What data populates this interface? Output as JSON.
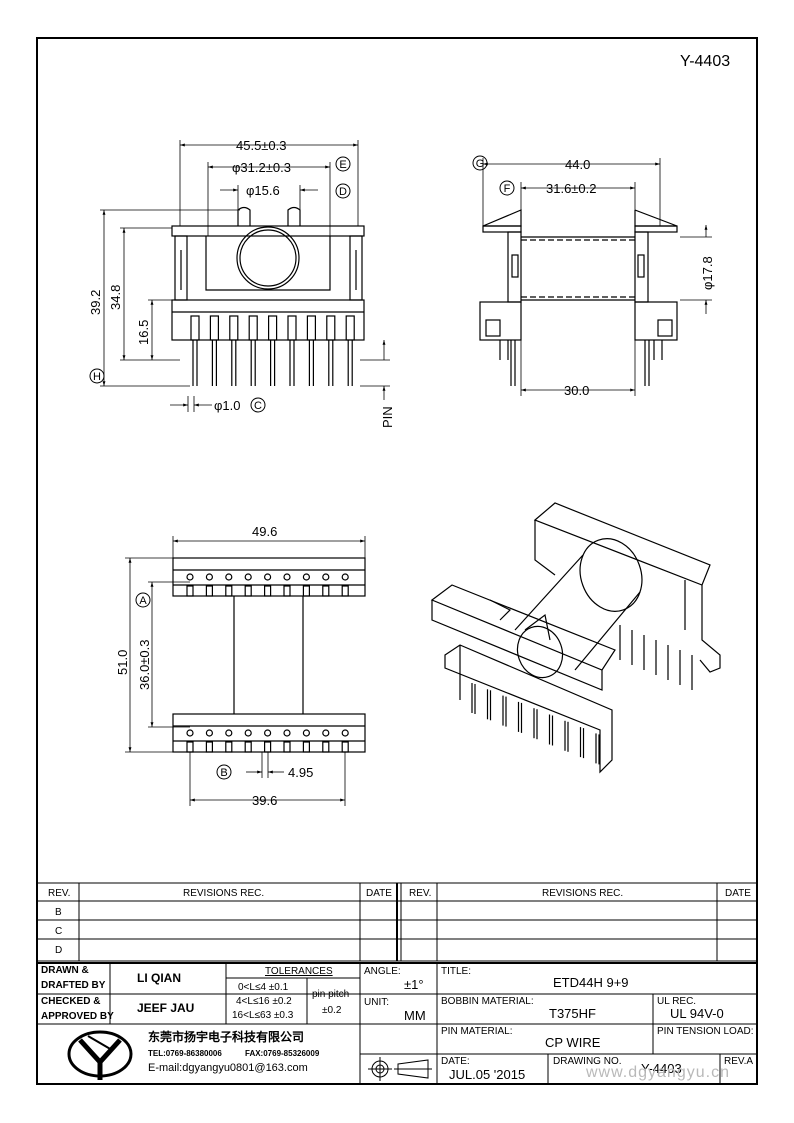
{
  "drawing_id": "Y-4403",
  "dims": {
    "front_width": "45.5±0.3",
    "front_inner": "φ31.2±0.3",
    "front_e": "E",
    "front_core": "φ15.6",
    "front_d": "D",
    "front_h392": "39.2",
    "front_h348": "34.8",
    "front_h165": "16.5",
    "front_pin": "φ1.0",
    "front_c": "C",
    "front_h": "H",
    "pin_label": "PIN",
    "side_width": "44.0",
    "side_inner": "31.6±0.2",
    "side_g": "G",
    "side_f": "F",
    "side_dia": "φ17.8",
    "side_bottom": "30.0",
    "bottom_width": "49.6",
    "bottom_h51": "51.0",
    "bottom_h36": "36.0±0.3",
    "bottom_a": "A",
    "bottom_b": "B",
    "bottom_pitch": "4.95",
    "bottom_span": "39.6"
  },
  "revisions": {
    "rev_header": "REV.",
    "rec_header": "REVISIONS    REC.",
    "date_header": "DATE",
    "rows_left": [
      "B",
      "C",
      "D"
    ]
  },
  "title_block": {
    "drawn_label_1": "DRAWN &",
    "drawn_label_2": "DRAFTED BY",
    "drawn_name": "LI QIAN",
    "checked_label_1": "CHECKED &",
    "checked_label_2": "APPROVED BY",
    "checked_name": "JEEF JAU",
    "tolerances_label": "TOLERANCES",
    "tol_row1": "0<L≤4    ±0.1",
    "tol_row2": "4<L≤16  ±0.2",
    "tol_row3": "16<L≤63  ±0.3",
    "pin_pitch_label": "pin pitch",
    "pin_pitch_value": "±0.2",
    "angle_label": "ANGLE:",
    "angle_value": "±1°",
    "unit_label": "UNIT:",
    "unit_value": "MM",
    "title_label": "TITLE:",
    "title_value": "ETD44H  9+9",
    "bobbin_label": "BOBBIN MATERIAL:",
    "bobbin_value": "T375HF",
    "ul_label": "UL REC.",
    "ul_value": "UL  94V-0",
    "pin_material_label": "PIN MATERIAL:",
    "pin_material_value": "CP  WIRE",
    "pin_tension_label": "PIN TENSION LOAD:",
    "date_label": "DATE:",
    "date_value": "JUL.05  '2015",
    "drawing_no_label": "DRAWING NO.",
    "drawing_no_value": "Y-4403",
    "rev_label": "REV.A",
    "company_name": "东莞市扬宇电子科技有限公司",
    "tel": "TEL:0769-86380006",
    "fax": "FAX:0769-85326009",
    "email": "E-mail:dgyangyu0801@163.com",
    "watermark": "www.dgyangyu.cn"
  }
}
